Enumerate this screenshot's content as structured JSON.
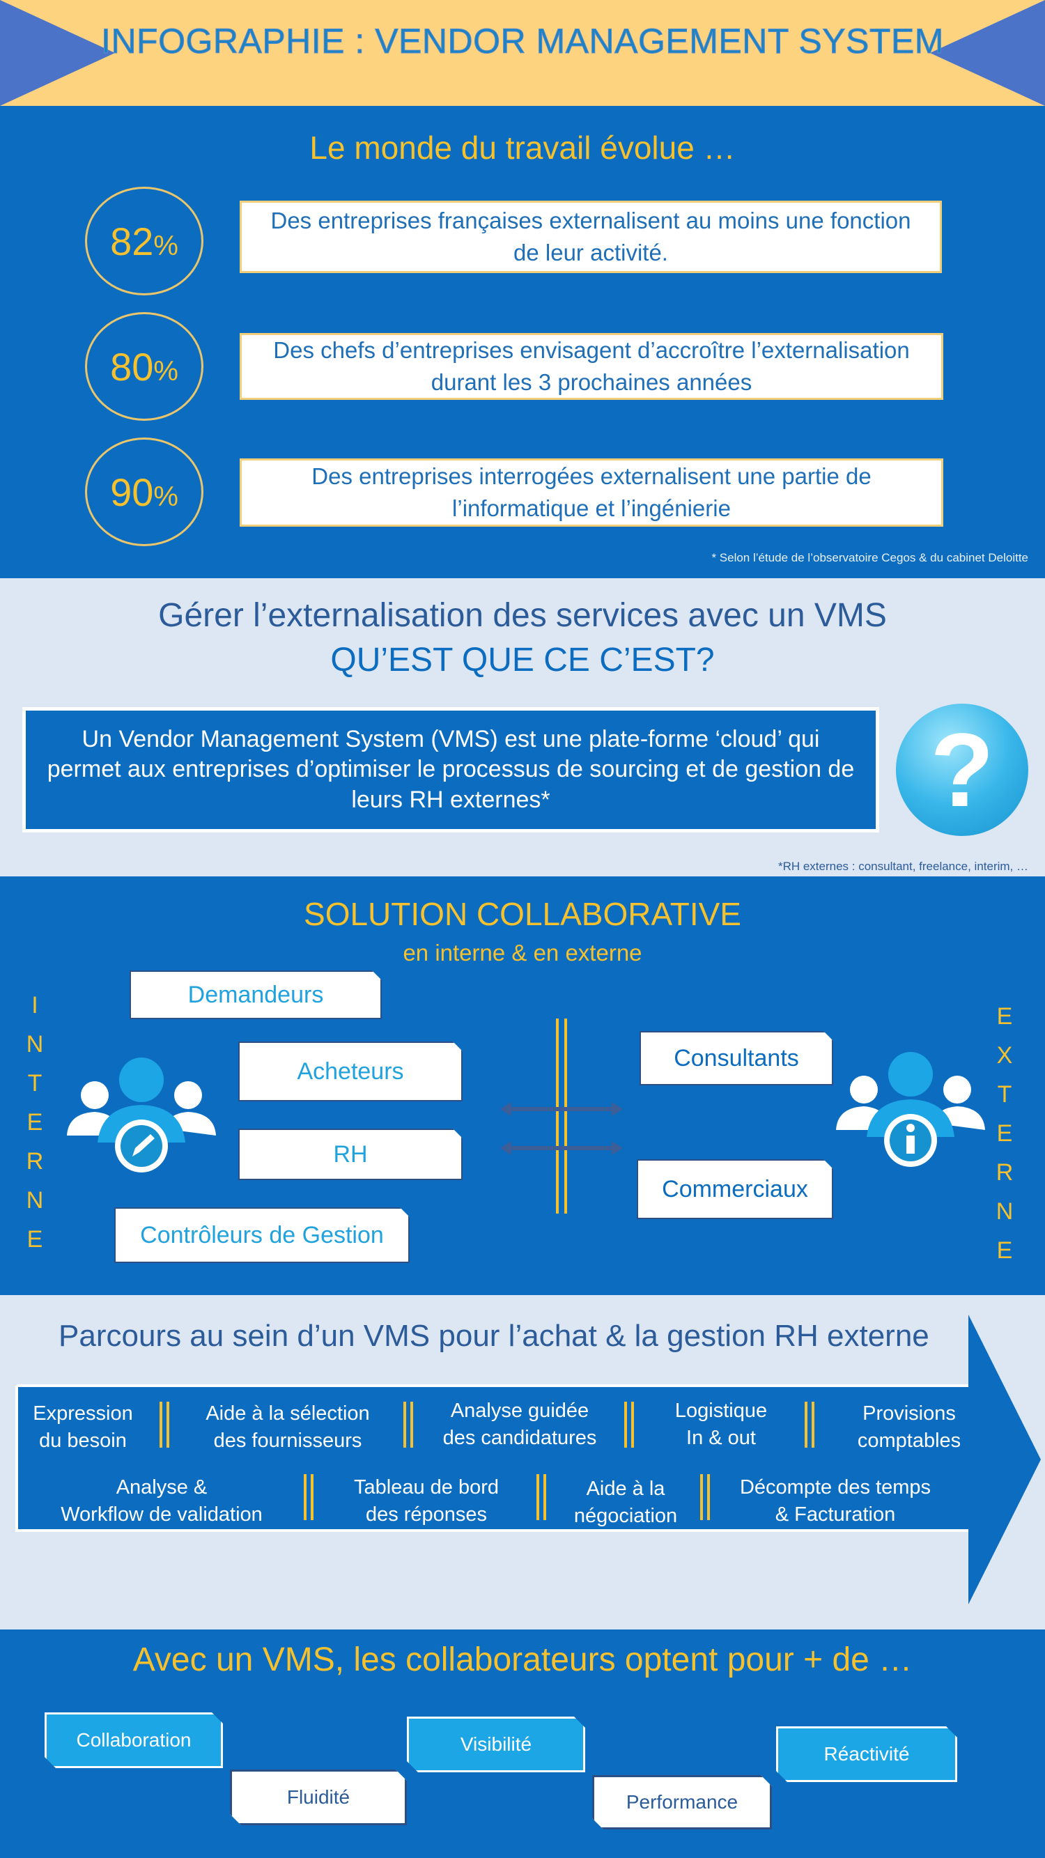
{
  "header": {
    "title": "INFOGRAPHIE : VENDOR MANAGEMENT SYSTEM"
  },
  "section1": {
    "title": "Le monde du travail évolue …",
    "stats": [
      {
        "value": "82",
        "unit": "%",
        "text": "Des entreprises françaises externalisent au moins une fonction de leur activité."
      },
      {
        "value": "80",
        "unit": "%",
        "text": "Des chefs d’entreprises envisagent d’accroître l’externalisation durant les 3 prochaines années"
      },
      {
        "value": "90",
        "unit": "%",
        "text": "Des entreprises interrogées externalisent une partie de l’informatique et l’ingénierie"
      }
    ],
    "note": "* Selon l’étude de l’observatoire Cegos & du cabinet Deloitte"
  },
  "section2": {
    "title_line1": "Gérer l’externalisation des services avec un VMS",
    "title_line2": "QU’EST QUE CE C’EST?",
    "definition": "Un Vendor Management System (VMS) est une plate-forme ‘cloud’ qui permet aux entreprises d’optimiser le processus de sourcing et de gestion de leurs RH externes*",
    "icon_glyph": "?",
    "note": "*RH externes : consultant, freelance, interim, …"
  },
  "section3": {
    "title": "SOLUTION COLLABORATIVE",
    "subtitle": "en interne & en externe",
    "interne_letters": [
      "I",
      "N",
      "T",
      "E",
      "R",
      "N",
      "E"
    ],
    "externe_letters": [
      "E",
      "X",
      "T",
      "E",
      "R",
      "N",
      "E"
    ],
    "internal_roles": [
      "Demandeurs",
      "Acheteurs",
      "RH",
      "Contrôleurs de Gestion"
    ],
    "external_roles": [
      "Consultants",
      "Commerciaux"
    ]
  },
  "section4": {
    "title": "Parcours au sein d’un VMS pour l’achat & la gestion RH externe",
    "row1": [
      {
        "line1": "Expression",
        "line2": "du besoin"
      },
      {
        "line1": "Aide à la sélection",
        "line2": "des fournisseurs"
      },
      {
        "line1": "Analyse guidée",
        "line2": "des candidatures"
      },
      {
        "line1": "Logistique",
        "line2": "In & out"
      },
      {
        "line1": "Provisions",
        "line2": "comptables"
      }
    ],
    "row2": [
      {
        "line1": "Analyse &",
        "line2": "Workflow de validation"
      },
      {
        "line1": "Tableau de bord",
        "line2": "des réponses"
      },
      {
        "line1": "Aide à la",
        "line2": "négociation"
      },
      {
        "line1": "Décompte des temps",
        "line2": "& Facturation"
      }
    ]
  },
  "section5": {
    "title": "Avec un VMS, les collaborateurs optent pour + de …",
    "tags": [
      "Collaboration",
      "Fluidité",
      "Visibilité",
      "Performance",
      "Réactivité"
    ]
  },
  "colors": {
    "blue": "#0b6cc0",
    "yellow": "#f5c12e",
    "light": "#dde7f3",
    "header": "#fdd37f",
    "cyan": "#1da6e6"
  }
}
